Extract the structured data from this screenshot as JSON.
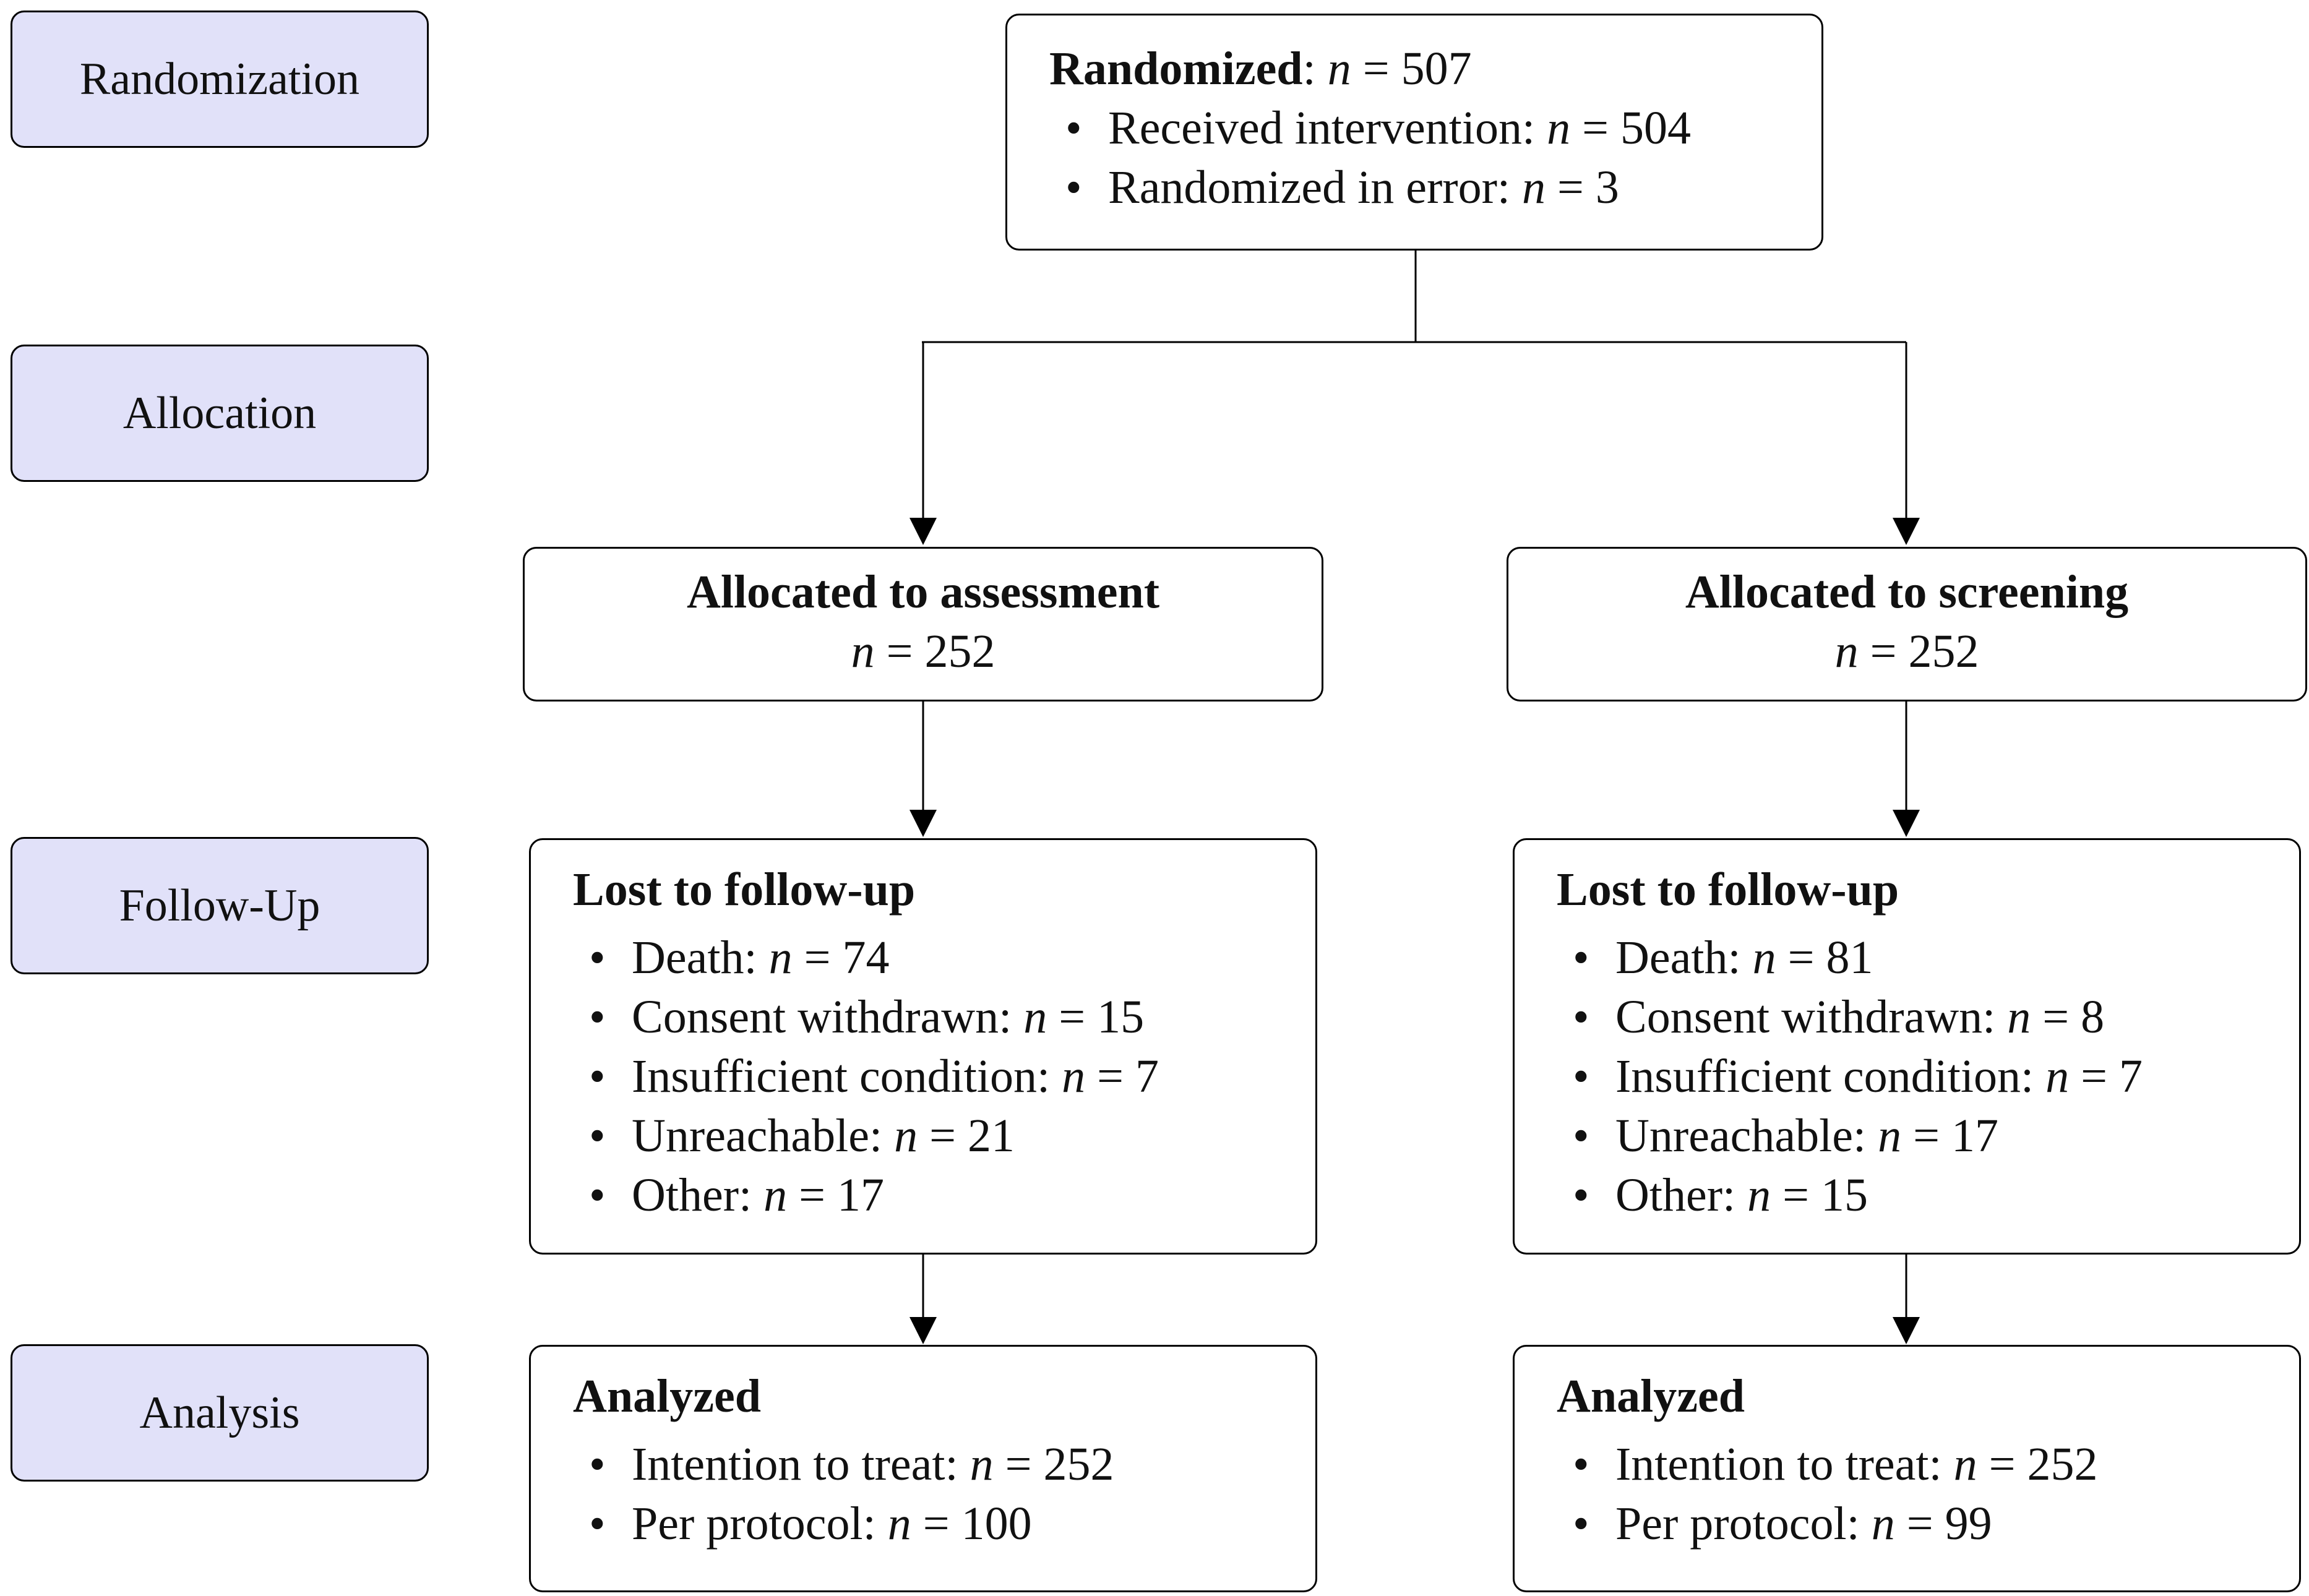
{
  "stages": {
    "randomization": "Randomization",
    "allocation": "Allocation",
    "followup": "Follow-Up",
    "analysis": "Analysis"
  },
  "randomized": {
    "title": "Randomized",
    "n": "507",
    "items": [
      {
        "label": "Received intervention:",
        "n": "504"
      },
      {
        "label": "Randomized in error:",
        "n": "3"
      }
    ]
  },
  "arms": [
    {
      "allocated_title": "Allocated to assessment",
      "allocated_n": "252",
      "lost_title": "Lost to follow-up",
      "lost_items": [
        {
          "label": "Death:",
          "n": "74"
        },
        {
          "label": "Consent withdrawn:",
          "n": "15"
        },
        {
          "label": "Insufficient condition:",
          "n": "7"
        },
        {
          "label": "Unreachable:",
          "n": "21"
        },
        {
          "label": "Other:",
          "n": "17"
        }
      ],
      "analyzed_title": "Analyzed",
      "analyzed_items": [
        {
          "label": "Intention to treat:",
          "n": "252"
        },
        {
          "label": "Per protocol:",
          "n": "100"
        }
      ]
    },
    {
      "allocated_title": "Allocated to screening",
      "allocated_n": "252",
      "lost_title": "Lost to follow-up",
      "lost_items": [
        {
          "label": "Death:",
          "n": "81"
        },
        {
          "label": "Consent withdrawn:",
          "n": "8"
        },
        {
          "label": "Insufficient condition:",
          "n": "7"
        },
        {
          "label": "Unreachable:",
          "n": "17"
        },
        {
          "label": "Other:",
          "n": "15"
        }
      ],
      "analyzed_title": "Analyzed",
      "analyzed_items": [
        {
          "label": "Intention to treat:",
          "n": "252"
        },
        {
          "label": "Per protocol:",
          "n": "99"
        }
      ]
    }
  ],
  "colors": {
    "stage_fill": "#e1e1f9",
    "stroke": "#000000"
  }
}
